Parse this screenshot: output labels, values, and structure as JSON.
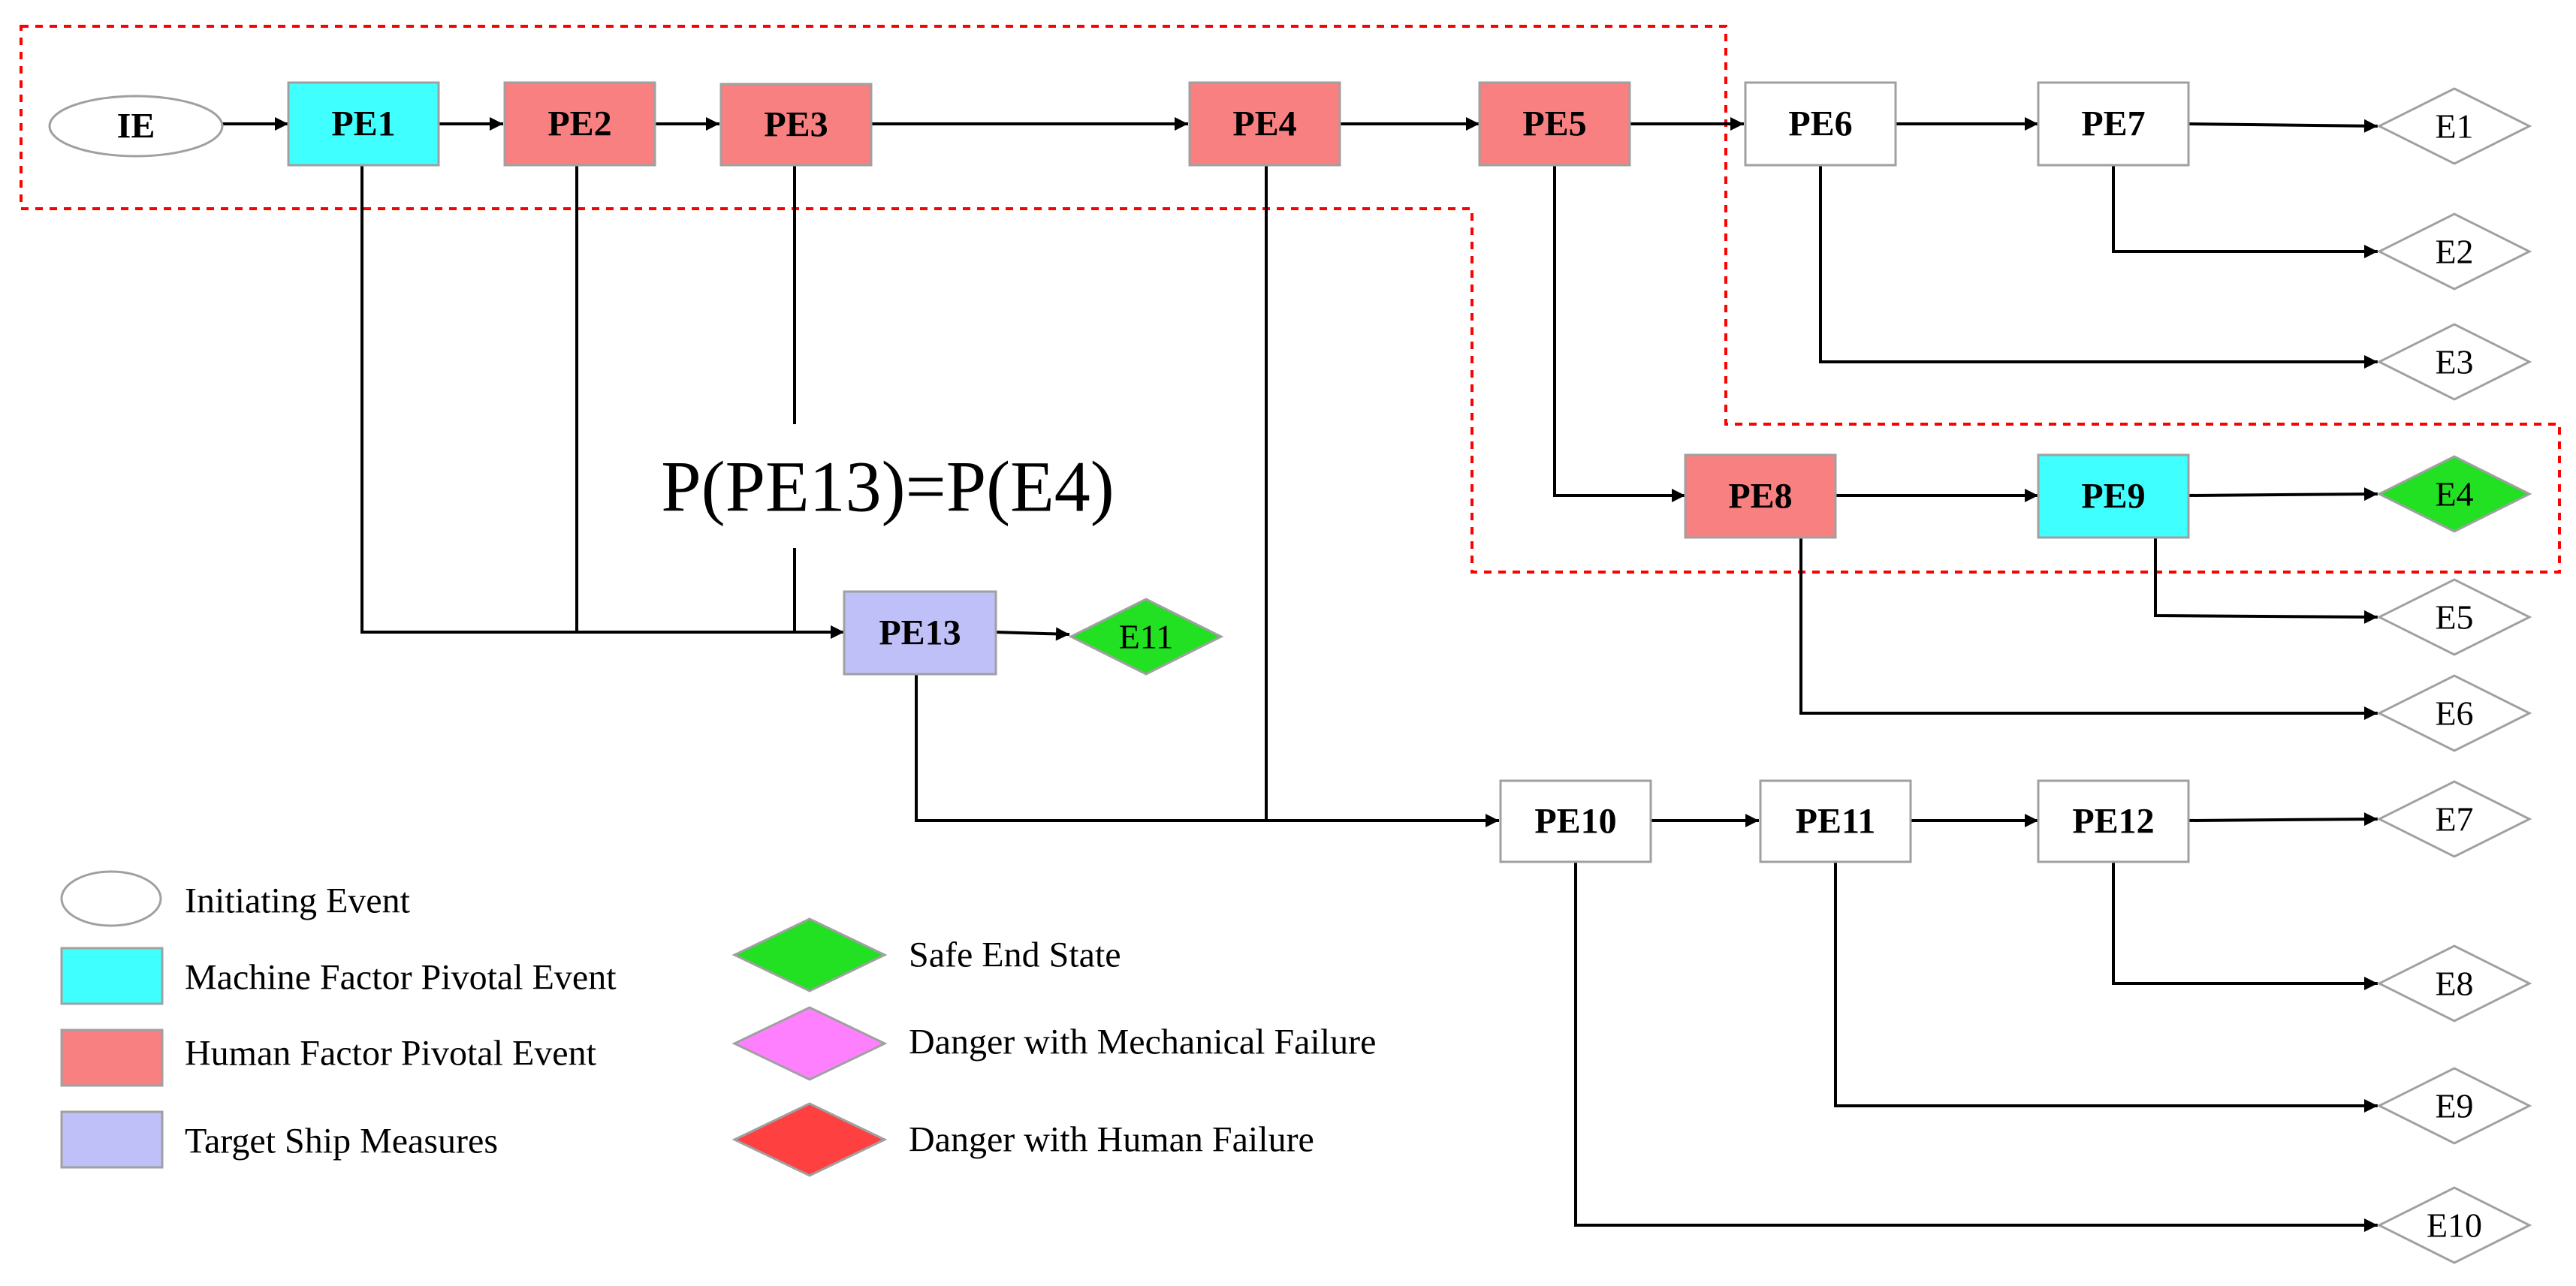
{
  "colors": {
    "machine": "#40ffff",
    "human": "#f88080",
    "target": "#c0c0f8",
    "safe": "#22e022",
    "mechanical_danger": "#ff80ff",
    "human_danger": "#ff4040",
    "neutral": "#ffffff",
    "stroke": "#a0a0a0",
    "dashed_border": "#ff0000"
  },
  "nodes": {
    "ie": "IE",
    "pe1": "PE1",
    "pe2": "PE2",
    "pe3": "PE3",
    "pe4": "PE4",
    "pe5": "PE5",
    "pe6": "PE6",
    "pe7": "PE7",
    "pe8": "PE8",
    "pe9": "PE9",
    "pe10": "PE10",
    "pe11": "PE11",
    "pe12": "PE12",
    "pe13": "PE13"
  },
  "end_states": {
    "e1": "E1",
    "e2": "E2",
    "e3": "E3",
    "e4": "E4",
    "e5": "E5",
    "e6": "E6",
    "e7": "E7",
    "e8": "E8",
    "e9": "E9",
    "e10": "E10",
    "e11": "E11"
  },
  "formula": "P(PE13)=P(E4)",
  "legend": {
    "initiating": "Initiating Event",
    "machine": "Machine Factor Pivotal Event",
    "human": "Human Factor Pivotal Event",
    "target": "Target Ship Measures",
    "safe": "Safe End State",
    "mechanical": "Danger with Mechanical Failure",
    "human_failure": "Danger with Human Failure"
  }
}
